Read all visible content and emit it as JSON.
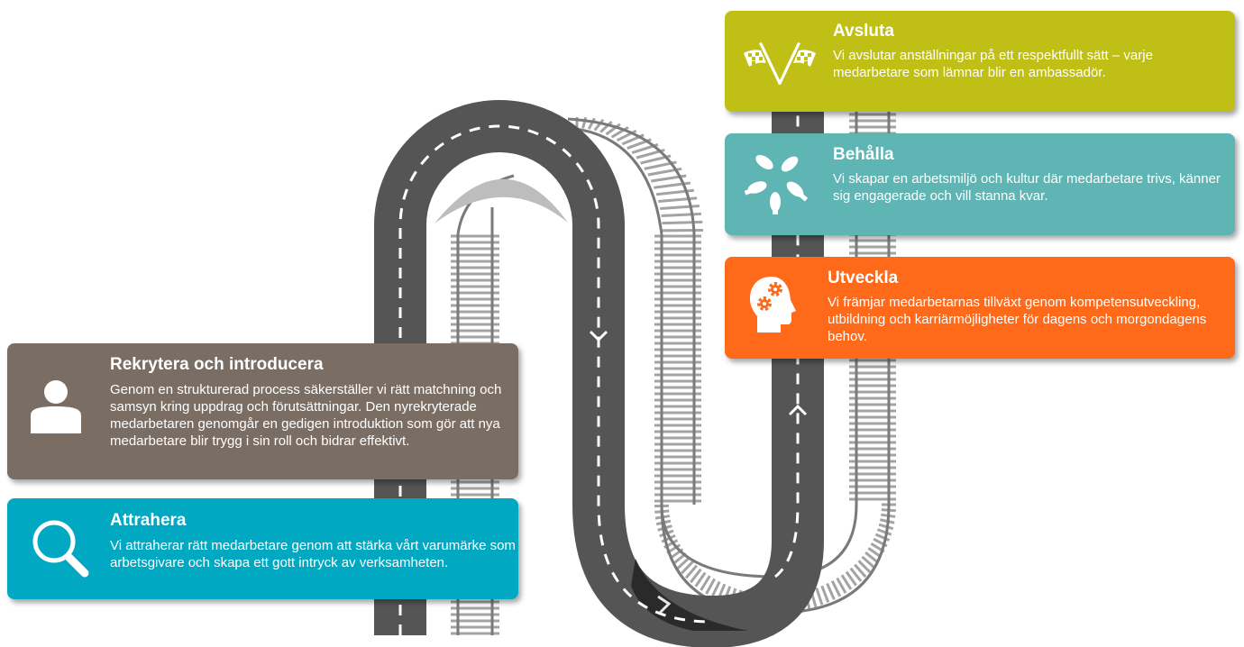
{
  "diagram": {
    "description": "Employee lifecycle journey shown as a winding road and railway track with five stages",
    "road_color": "#555555",
    "track_color": "#8a8a8a",
    "stages": [
      {
        "id": "attrahera",
        "order": 1,
        "title": "Attrahera",
        "text": "Vi attraherar rätt medarbetare genom att stärka vårt varumärke som arbetsgivare och skapa ett gott intryck av verksamheten.",
        "icon": "magnifier-icon",
        "color": "#00a8c2"
      },
      {
        "id": "rekrytera",
        "order": 2,
        "title": "Rekrytera och introducera",
        "text": "Genom en strukturerad process säkerställer vi rätt matchning och samsyn kring uppdrag och förutsättningar. Den nyrekryterade medarbetaren genomgår en gedigen introduktion som gör att nya medarbetare blir trygg i sin roll och bidrar effektivt.",
        "icon": "person-icon",
        "color": "#7a6e64"
      },
      {
        "id": "utveckla",
        "order": 3,
        "title": "Utveckla",
        "text": "Vi främjar medarbetarnas tillväxt genom kompetensutveckling, utbildning och karriärmöjligheter för dagens och morgondagens behov.",
        "icon": "head-gears-icon",
        "color": "#ff6a1a"
      },
      {
        "id": "behalla",
        "order": 4,
        "title": "Behålla",
        "text": "Vi skapar en arbetsmiljö och kultur där medarbetare trivs, känner sig engagerade och vill stanna kvar.",
        "icon": "hands-circle-icon",
        "color": "#5fb4b4"
      },
      {
        "id": "avsluta",
        "order": 5,
        "title": "Avsluta",
        "text": "Vi avslutar anställningar på ett respektfullt sätt – varje medarbetare som lämnar blir en ambassadör.",
        "icon": "checkered-flags-icon",
        "color": "#bfbf16"
      }
    ]
  }
}
